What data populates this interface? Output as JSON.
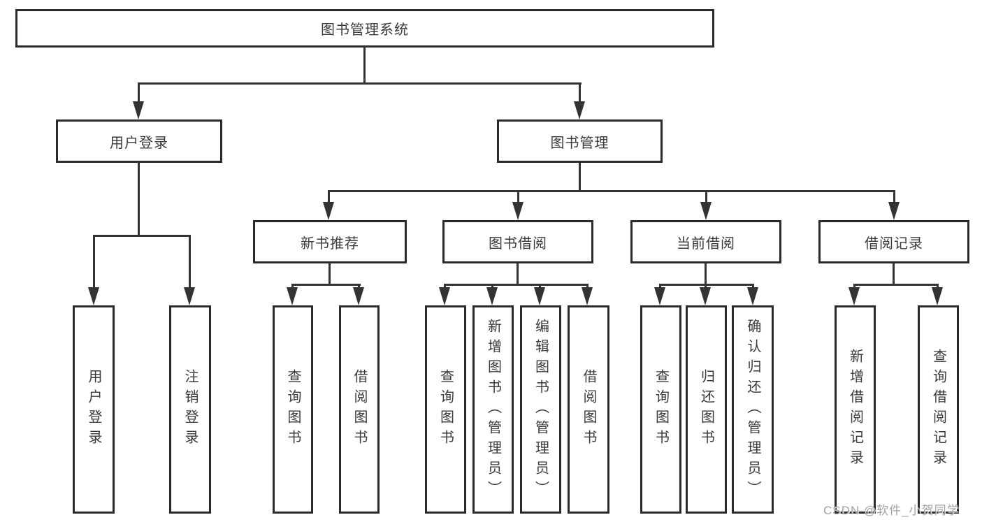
{
  "diagram_title": "图书管理系统",
  "colors": {
    "line": "#333333",
    "box_border": "#2b2b2b",
    "box_fill": "#ffffff",
    "text": "#3a3a3a",
    "watermark": "#9e9e9e"
  },
  "nodes": {
    "root": "图书管理系统",
    "user_login": "用户登录",
    "book_mgmt": "图书管理",
    "login": "用户登录",
    "logout": "注销登录",
    "new_rec": "新书推荐",
    "borrow": "图书借阅",
    "current": "当前借阅",
    "records": "借阅记录",
    "nr_query": "查询图书",
    "nr_borrow": "借阅图书",
    "b_query": "查询图书",
    "b_add": "新增图书（管理员）",
    "b_edit": "编辑图书（管理员）",
    "b_borrow": "借阅图书",
    "c_query": "查询图书",
    "c_return": "归还图书",
    "c_confirm": "确认归还（管理员）",
    "r_add": "新增借阅记录",
    "r_query": "查询借阅记录"
  },
  "hierarchy": {
    "图书管理系统": {
      "用户登录": [
        "用户登录",
        "注销登录"
      ],
      "图书管理": {
        "新书推荐": [
          "查询图书",
          "借阅图书"
        ],
        "图书借阅": [
          "查询图书",
          "新增图书（管理员）",
          "编辑图书（管理员）",
          "借阅图书"
        ],
        "当前借阅": [
          "查询图书",
          "归还图书",
          "确认归还（管理员）"
        ],
        "借阅记录": [
          "新增借阅记录",
          "查询借阅记录"
        ]
      }
    }
  },
  "watermark": "CSDN @软件_小贺同学"
}
